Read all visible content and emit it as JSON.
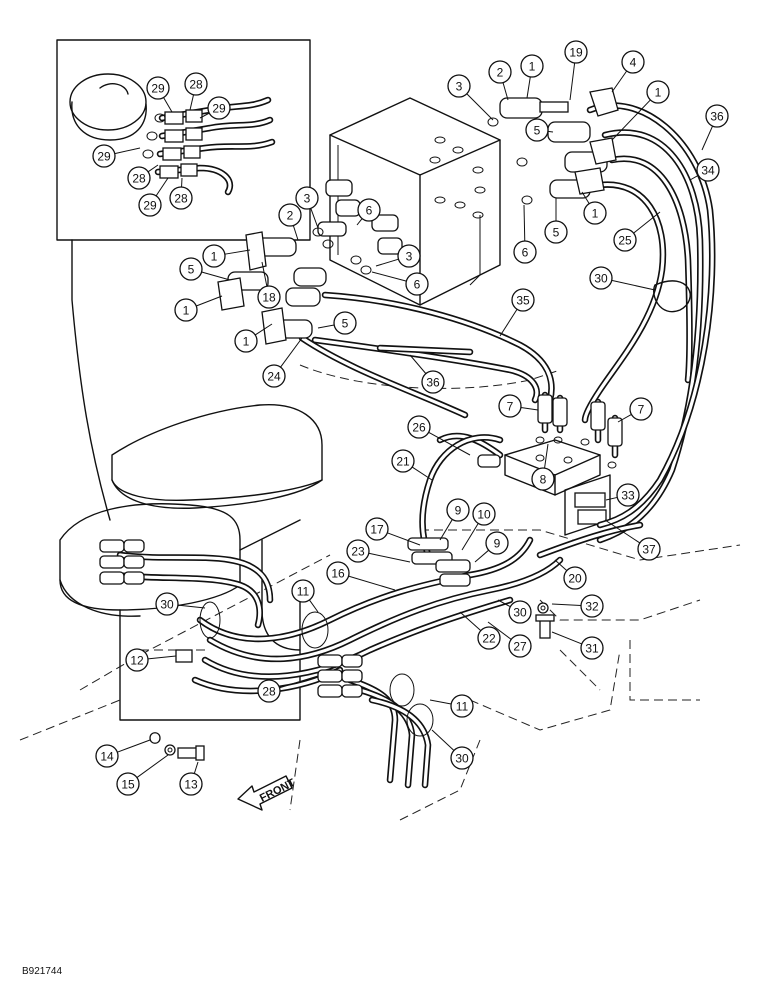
{
  "figure_id": "B921744",
  "front_label": "FRONT",
  "callouts": [
    "1",
    "2",
    "3",
    "4",
    "5",
    "6",
    "7",
    "8",
    "9",
    "10",
    "11",
    "12",
    "13",
    "14",
    "15",
    "16",
    "17",
    "18",
    "19",
    "20",
    "21",
    "22",
    "23",
    "24",
    "25",
    "26",
    "27",
    "28",
    "29",
    "30",
    "31",
    "32",
    "33",
    "34",
    "35",
    "36",
    "37"
  ]
}
